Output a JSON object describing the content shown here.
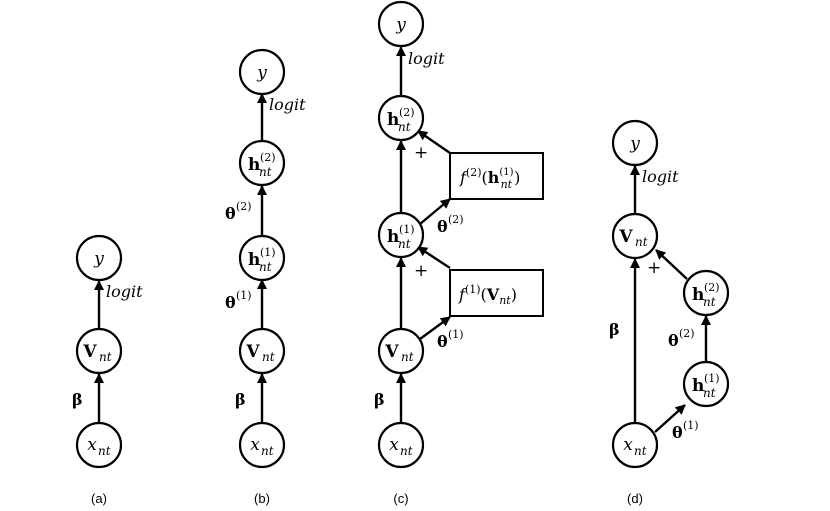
{
  "labels": {
    "y": "y",
    "logit": "logit",
    "plus": "+",
    "x_base": "x",
    "nt": "nt",
    "V": "V",
    "h": "h",
    "beta": "β",
    "theta": "θ",
    "f": "f",
    "sup1": "(1)",
    "sup2": "(2)",
    "lparen": "(",
    "rparen": ")"
  },
  "captions": [
    "(a)",
    "(b)",
    "(c)",
    "(d)"
  ]
}
